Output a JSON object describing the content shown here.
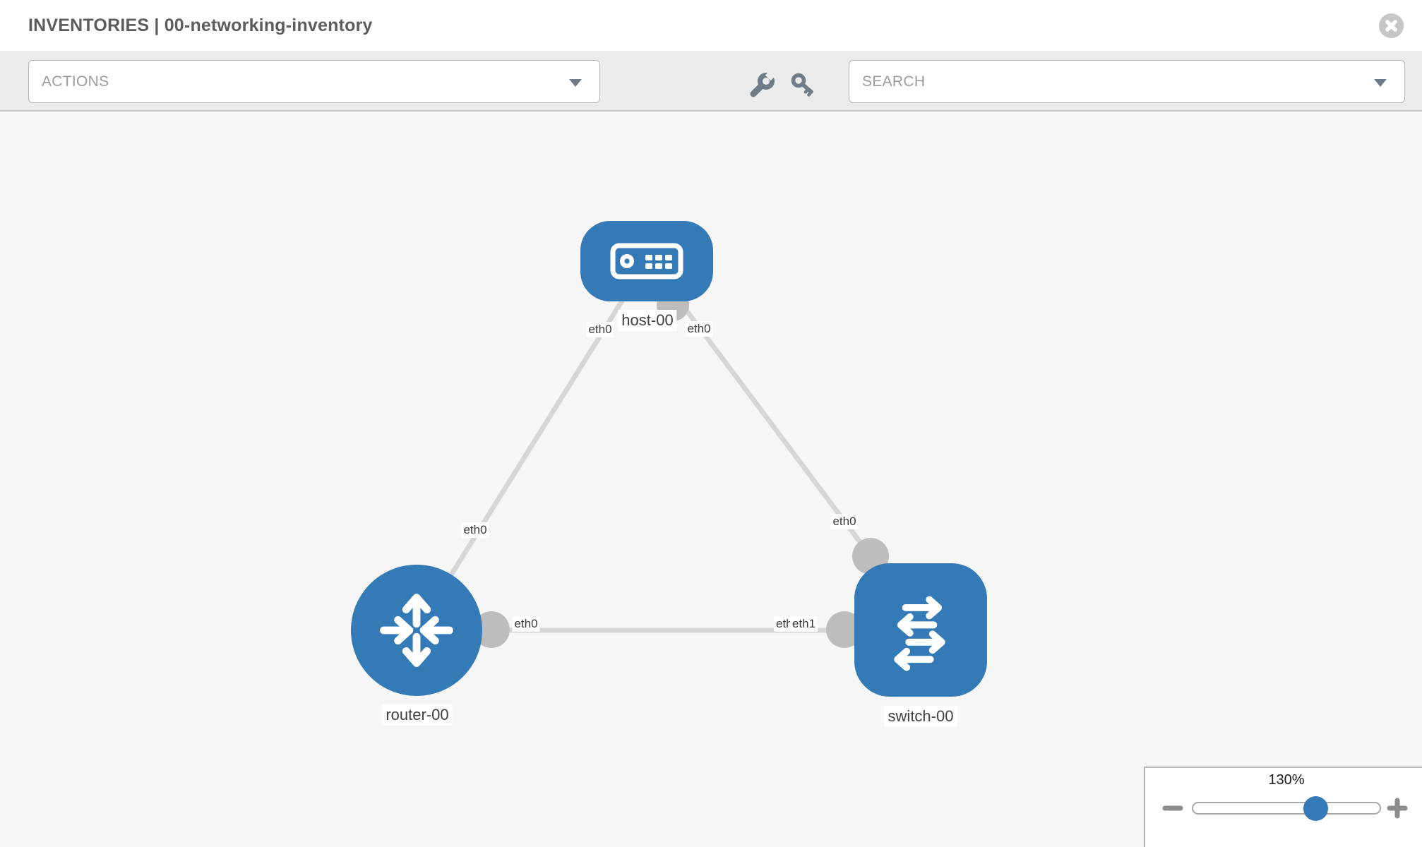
{
  "header": {
    "title": "INVENTORIES | 00-networking-inventory"
  },
  "toolbar": {
    "actions_label": "ACTIONS",
    "search_label": "SEARCH"
  },
  "topology": {
    "nodes": [
      {
        "label": "host-00",
        "type": "host"
      },
      {
        "label": "router-00",
        "type": "router"
      },
      {
        "label": "switch-00",
        "type": "switch"
      }
    ],
    "links": [
      {
        "from": "host-00",
        "to": "router-00"
      },
      {
        "from": "host-00",
        "to": "switch-00"
      },
      {
        "from": "router-00",
        "to": "switch-00"
      }
    ],
    "interfaces": {
      "host_left": "eth0",
      "host_right": "eth0",
      "router_top": "eth0",
      "router_right": "eth0",
      "switch_top": "eth0",
      "switch_left_back": "eth0",
      "switch_left_front": "eth1"
    }
  },
  "zoom_control": {
    "level": "130%"
  },
  "colors": {
    "node_blue": "#337ab7",
    "link_gray": "#d6d6d6",
    "connector_gray": "#bdbdbd",
    "canvas_bg": "#f6f6f6",
    "toolbar_bg": "#ebebeb"
  }
}
